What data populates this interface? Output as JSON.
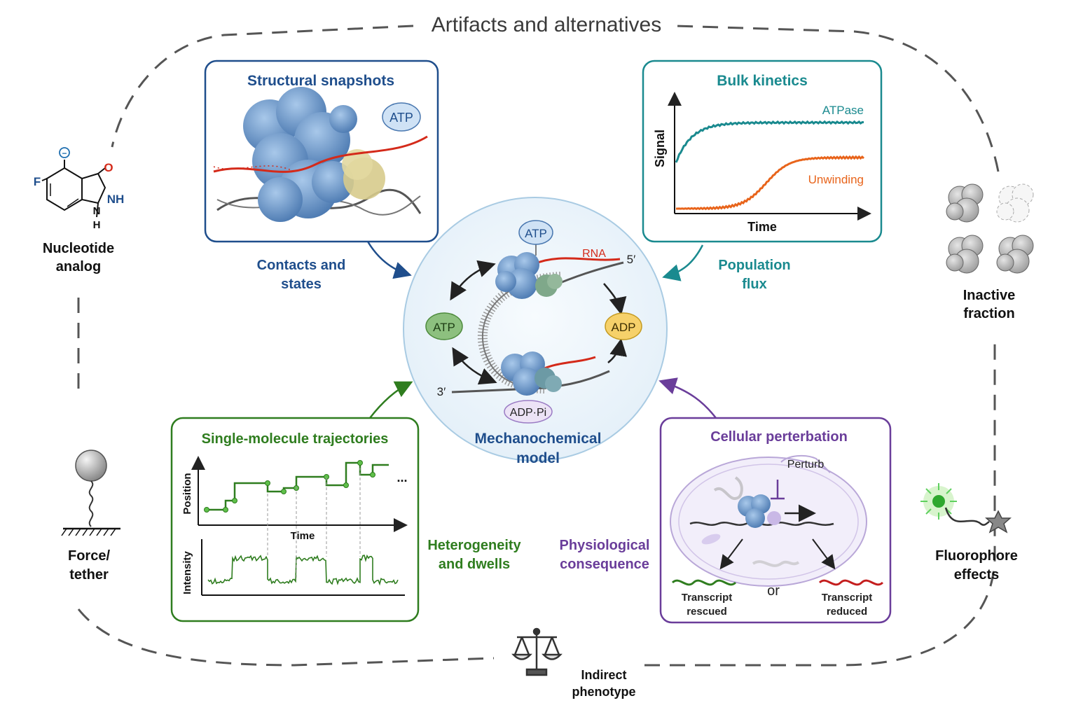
{
  "title": "Artifacts and alternatives",
  "colors": {
    "structural": "#1f4e8c",
    "bulk": "#1a8a8f",
    "single": "#2f7d1f",
    "cellular": "#6a3d9a",
    "rna": "#d42a1a",
    "orange": "#e8641b",
    "dash": "#555555",
    "center_fill": "#eef5fb",
    "center_stroke": "#a9cbe3"
  },
  "panels": {
    "structural": {
      "title": "Structural snapshots",
      "atp_label": "ATP",
      "caption_line1": "Contacts and",
      "caption_line2": "states"
    },
    "bulk": {
      "title": "Bulk kinetics",
      "ylabel": "Signal",
      "xlabel": "Time",
      "caption_line1": "Population",
      "caption_line2": "flux"
    },
    "single": {
      "title": "Single-molecule trajectories",
      "ylabel_top": "Position",
      "xlabel_top": "Time",
      "ylabel_bottom": "Intensity",
      "ellipsis": "...",
      "caption_line1": "Heterogeneity",
      "caption_line2": "and dwells"
    },
    "cellular": {
      "title": "Cellular perterbation",
      "perturb_label": "Perturb",
      "rescued_line1": "Transcript",
      "rescued_line2": "rescued",
      "or_label": "or",
      "reduced_line1": "Transcript",
      "reduced_line2": "reduced",
      "caption_line1": "Physiological",
      "caption_line2": "consequence"
    }
  },
  "center": {
    "title_line1": "Mechanochemical",
    "title_line2": "model",
    "atp_top": "ATP",
    "atp_left": "ATP",
    "adp_right": "ADP",
    "adp_pi": "ADP·Pi",
    "rna_label": "RNA",
    "five_prime": "5′",
    "three_prime": "3′"
  },
  "artifacts": {
    "nucleotide": {
      "line1": "Nucleotide",
      "line2": "analog",
      "atom_f": "F",
      "atom_o": "O",
      "atom_nh": "NH",
      "atom_n": "N",
      "atom_h": "H",
      "charge": "−"
    },
    "force": {
      "line1": "Force/",
      "line2": "tether"
    },
    "phenotype": {
      "line1": "Indirect",
      "line2": "phenotype"
    },
    "fluorophore": {
      "line1": "Fluorophore",
      "line2": "effects"
    },
    "inactive": {
      "line1": "Inactive",
      "line2": "fraction"
    }
  },
  "chart_data": {
    "type": "line",
    "xlabel": "Time",
    "ylabel": "Signal",
    "series": [
      {
        "name": "ATPase",
        "color": "#1a8a8f",
        "kind": "fast-saturating"
      },
      {
        "name": "Unwinding",
        "color": "#e8641b",
        "kind": "lagged-sigmoid"
      }
    ],
    "grid": false,
    "legend": "inline labels"
  }
}
